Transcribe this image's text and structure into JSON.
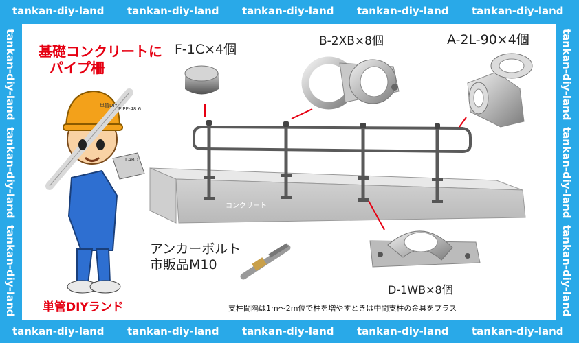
{
  "watermark": "tankan-diy-land",
  "title": {
    "line1": "基礎コンクリートに",
    "line2": "パイプ柵"
  },
  "parts": {
    "f1c": "F-1C×4個",
    "b2xb": "B-2XB×8個",
    "a2l90": "A-2L-90×4個",
    "d1wb": "D-1WB×8個"
  },
  "anchor": {
    "line1": "アンカーボルト",
    "line2": "市販品M10"
  },
  "concrete_label": "コンクリート",
  "brand": "単管DIYランド",
  "note": "支柱間隔は1m～2m位で柱を増やすときは中間支柱の金具をプラス",
  "character": {
    "helmet_text": "単管DIY",
    "pipe_text": "PIPE-48.6",
    "labo_text": "LABO"
  },
  "colors": {
    "frame": "#29a9e8",
    "accent_red": "#e60012"
  }
}
